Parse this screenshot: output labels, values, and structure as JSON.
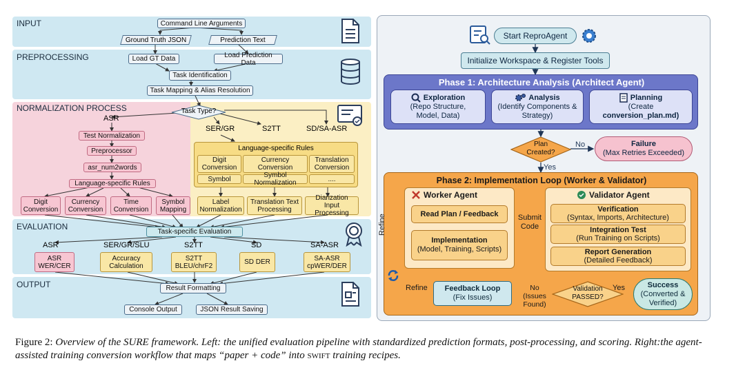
{
  "left": {
    "sections": {
      "input": "INPUT",
      "preprocessing": "PREPROCESSING",
      "normalization": "NORMALIZATION PROCESS",
      "evaluation": "EVALUATION",
      "output": "OUTPUT"
    },
    "cmd_args": "Command Line Arguments",
    "gt_json": "Ground Truth JSON",
    "pred_text": "Prediction Text",
    "load_gt": "Load GT Data",
    "load_pred": "Load Prediction Data",
    "task_id": "Task Identification",
    "task_map": "Task Mapping & Alias Resolution",
    "task_type": "Task Type?",
    "asr": "ASR",
    "text_norm": "Test Normalization",
    "preproc": "Preprocessor",
    "num2words": "asr_num2words",
    "lang_rules_left": "Language-specific Rules",
    "digit_conv": "Digit Conversion",
    "currency_conv": "Currency Conversion",
    "time_conv": "Time Conversion",
    "symbol_map": "Symbol Mapping",
    "ser_gr": "SER/GR",
    "s2tt": "S2TT",
    "sd_saasr": "SD/SA-ASR",
    "lang_rules_right": "Language-specific Rules",
    "rule_digit": "Digit Conversion",
    "rule_currency": "Currency Conversion",
    "rule_translation": "Translation Conversion",
    "rule_symbol": "Symbol",
    "rule_symbol_norm": "Symbol Normalization",
    "rule_dots": "....",
    "label_norm": "Label Normalization",
    "trans_text": "Translation Text Processing",
    "diar_input": "Diarization Input Processing",
    "task_eval": "Task-specific Evaluation",
    "eval_cols": [
      {
        "head": "ASR",
        "box": "ASR WER/CER"
      },
      {
        "head": "SER/GR/SLU",
        "box": "Accuracy Calculation"
      },
      {
        "head": "S2TT",
        "box": "S2TT BLEU/chrF2"
      },
      {
        "head": "SD",
        "box": "SD DER"
      },
      {
        "head": "SA-ASR",
        "box": "SA-ASR cpWER/DER"
      }
    ],
    "result_fmt": "Result Formatting",
    "console_out": "Console Output",
    "json_save": "JSON Result Saving"
  },
  "right": {
    "start": "Start ReproAgent",
    "init": "Initialize Workspace & Register Tools",
    "phase1_title": "Phase 1: Architecture Analysis (Architect Agent)",
    "exploration_title": "Exploration",
    "exploration_body": "(Repo Structure, Model, Data)",
    "analysis_title": "Analysis",
    "analysis_body": "(Identify Components & Strategy)",
    "planning_title": "Planning",
    "planning_body": "(Create",
    "planning_file": "conversion_plan.md)",
    "plan_created": "Plan Created?",
    "no_label": "No",
    "yes_label": "Yes",
    "failure_title": "Failure",
    "failure_body": "(Max Retries Exceeded)",
    "phase2_title": "Phase 2: Implementation Loop (Worker & Validator)",
    "worker_title": "Worker Agent",
    "read_plan": "Read Plan / Feedback",
    "impl_title": "Implementation",
    "impl_body": "(Model, Training, Scripts)",
    "submit_code": "Submit Code",
    "validator_title": "Validator Agent",
    "verif_title": "Verification",
    "verif_body": "(Syntax, Imports, Architecture)",
    "integ_title": "Integration Test",
    "integ_body": "(Run Training on Scripts)",
    "report_title": "Report Generation",
    "report_body": "(Detailed Feedback)",
    "validation": "Validation PASSED?",
    "no_issues": "No (Issues Found)",
    "yes2": "Yes",
    "success_title": "Success",
    "success_body": "(Converted & Verified)",
    "feedback_title": "Feedback Loop",
    "feedback_body": "(Fix Issues)",
    "refine_vertical": "Refine",
    "refine_horizontal": "Refine"
  },
  "caption": {
    "prefix": "Figure 2: ",
    "text1": "Overview of the SURE framework. Left: the unified evaluation pipeline with standardized prediction formats, post-processing, and scoring. Right:the agent-assisted training conversion workflow that maps “paper + code” into ",
    "swift": "swift",
    "text2": " training recipes."
  },
  "colors": {
    "section_blue": "#cfe8f2",
    "norm_pink": "#f6d3dc",
    "norm_yellow": "#fbefc4",
    "phase1": "#6c77c9",
    "phase2": "#f5a64a",
    "failure": "#f6c2cf",
    "success": "#c9e8e4"
  },
  "icons": [
    "document-icon",
    "database-icon",
    "certificate-icon",
    "award-icon",
    "report-icon",
    "checklist-search-icon",
    "gear-icon",
    "magnifier-icon",
    "gears-icon",
    "clipboard-icon",
    "tools-icon",
    "check-circle-icon",
    "refresh-icon"
  ]
}
